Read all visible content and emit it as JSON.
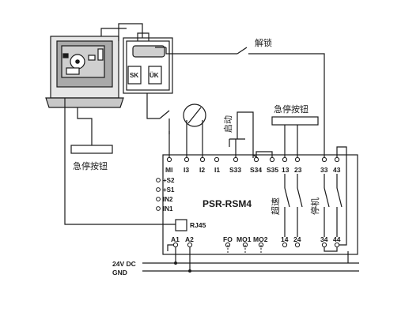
{
  "labels": {
    "unlock": "解锁",
    "estop_button_top": "急停按钮",
    "estop_button_left": "急停按钮",
    "start": "启动",
    "overspeed": "超速",
    "stop": "停机",
    "module_name": "PSR-RSM4",
    "rj45": "RJ45",
    "power_24v": "24V DC",
    "gnd": "GND",
    "sk": "SK",
    "uk": "ÜK"
  },
  "terminals_top": [
    "MI",
    "I3",
    "I2",
    "I1",
    "S33",
    "S34",
    "S35",
    "13",
    "23",
    "33",
    "43"
  ],
  "terminals_left": [
    "+S2",
    "+S1",
    "IN2",
    "IN1"
  ],
  "terminals_bottom": [
    "A1",
    "A2",
    "FO",
    "MO1",
    "MO2",
    "14",
    "24",
    "34",
    "44"
  ],
  "colors": {
    "line": "#1a1a1a",
    "machine_body": "#c8c8c8",
    "screen_panel": "#a9a9a9",
    "panel_fill": "#e6e6e6"
  }
}
